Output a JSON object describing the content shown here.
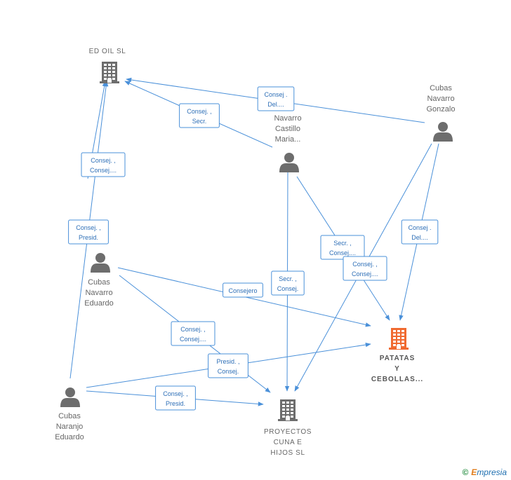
{
  "nodes": [
    {
      "id": "ed_oil",
      "kind": "company",
      "lines": [
        "ED OIL SL"
      ]
    },
    {
      "id": "navarro_castillo",
      "kind": "person",
      "lines": [
        "Navarro",
        "Castillo",
        "Maria..."
      ]
    },
    {
      "id": "cubas_gonzalo",
      "kind": "person",
      "lines": [
        "Cubas",
        "Navarro",
        "Gonzalo"
      ]
    },
    {
      "id": "cubas_eduardo",
      "kind": "person",
      "lines": [
        "Cubas",
        "Navarro",
        "Eduardo"
      ]
    },
    {
      "id": "cubas_naranjo",
      "kind": "person",
      "lines": [
        "Cubas",
        "Naranjo",
        "Eduardo"
      ]
    },
    {
      "id": "proyectos",
      "kind": "company",
      "lines": [
        "PROYECTOS",
        "CUNA E",
        "HIJOS SL"
      ]
    },
    {
      "id": "patatas",
      "kind": "main",
      "lines": [
        "PATATAS",
        "Y",
        "CEBOLLAS..."
      ]
    }
  ],
  "edges": [
    {
      "from": "cubas_gonzalo",
      "to": "ed_oil",
      "lines": [
        "Consej .",
        "Del...."
      ]
    },
    {
      "from": "navarro_castillo",
      "to": "ed_oil",
      "lines": [
        "Consej. ,",
        "Secr."
      ]
    },
    {
      "from": "cubas_eduardo",
      "to": "ed_oil",
      "lines": [
        "Consej. ,",
        "Consej...."
      ]
    },
    {
      "from": "cubas_naranjo",
      "to": "ed_oil",
      "lines": [
        "Consej. ,",
        "Presid."
      ]
    },
    {
      "from": "navarro_castillo",
      "to": "patatas",
      "lines": [
        "Secr. ,",
        "Consej...."
      ]
    },
    {
      "from": "cubas_gonzalo",
      "to": "proyectos",
      "lines": [
        "Consej. ,",
        "Consej...."
      ]
    },
    {
      "from": "cubas_gonzalo",
      "to": "patatas",
      "lines": [
        "Consej .",
        "Del...."
      ]
    },
    {
      "from": "navarro_castillo",
      "to": "proyectos",
      "lines": [
        "Secr. ,",
        "Consej."
      ]
    },
    {
      "from": "cubas_eduardo",
      "to": "patatas",
      "lines": [
        "Consejero"
      ]
    },
    {
      "from": "cubas_eduardo",
      "to": "proyectos",
      "lines": [
        "Consej. ,",
        "Consej...."
      ]
    },
    {
      "from": "cubas_naranjo",
      "to": "patatas",
      "lines": [
        "Presid. ,",
        "Consej."
      ]
    },
    {
      "from": "cubas_naranjo",
      "to": "proyectos",
      "lines": [
        "Consej. ,",
        "Presid."
      ]
    }
  ],
  "colors": {
    "edge": "#4a90d9",
    "edge_text": "#2e6fb7",
    "company_icon": "#6d6d6d",
    "person_icon": "#6d6d6d",
    "main_icon": "#f06a30"
  },
  "footer": {
    "symbol": "©",
    "brand_first": "E",
    "brand_rest": "mpresia"
  }
}
